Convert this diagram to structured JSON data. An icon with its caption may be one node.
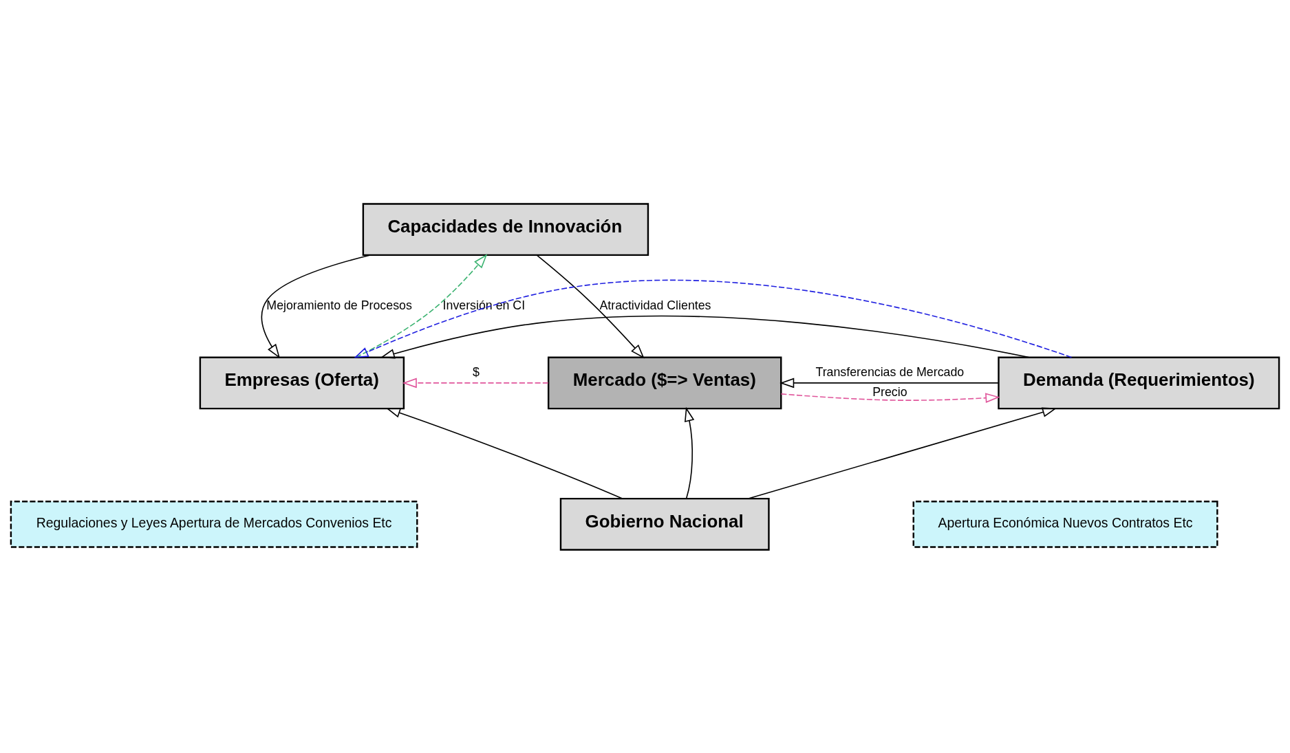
{
  "diagram": {
    "nodes": [
      {
        "text": [
          "Capacidades de Innovación"
        ]
      },
      {
        "text": [
          "Empresas (Oferta)"
        ]
      },
      {
        "text": [
          "Mercado ($=> Ventas)"
        ]
      },
      {
        "text": [
          "Demanda (Requerimientos)"
        ]
      },
      {
        "text": [
          "Regulaciones y Leyes Apertura de Mercados Convenios Etc"
        ]
      },
      {
        "text": [
          "Gobierno Nacional"
        ]
      },
      {
        "text": [
          "Apertura Económica Nuevos Contratos Etc"
        ]
      }
    ],
    "edges": [
      {
        "from": 1,
        "to": 0,
        "arrow": "to",
        "label": "Inversión en CI",
        "style": "dashed",
        "color": "#3cb371"
      },
      {
        "from": 0,
        "to": 1,
        "arrow": "to",
        "label": "Mejoramiento de Procesos"
      },
      {
        "from": 0,
        "to": 2,
        "arrow": "to",
        "label": "Atractividad Clientes"
      },
      {
        "from": 3,
        "to": 1,
        "arrow": "to"
      },
      {
        "from": 3,
        "to": 2,
        "arrow": "to",
        "label": "Transferencias de Mercado"
      },
      {
        "from": 2,
        "to": 1,
        "arrow": "to",
        "label": "$",
        "style": "dashed",
        "color": "#e0559b"
      },
      {
        "from": 2,
        "to": 3,
        "arrow": "to",
        "label": "Precio",
        "style": "dashed",
        "color": "#e0559b"
      },
      {
        "from": 3,
        "to": 1,
        "arrow": "to",
        "style": "dashed",
        "color": "#2020e0"
      },
      {
        "from": 5,
        "to": 1,
        "arrow": "to"
      },
      {
        "from": 5,
        "to": 2,
        "arrow": "to"
      },
      {
        "from": 5,
        "to": 3,
        "arrow": "to"
      }
    ]
  }
}
